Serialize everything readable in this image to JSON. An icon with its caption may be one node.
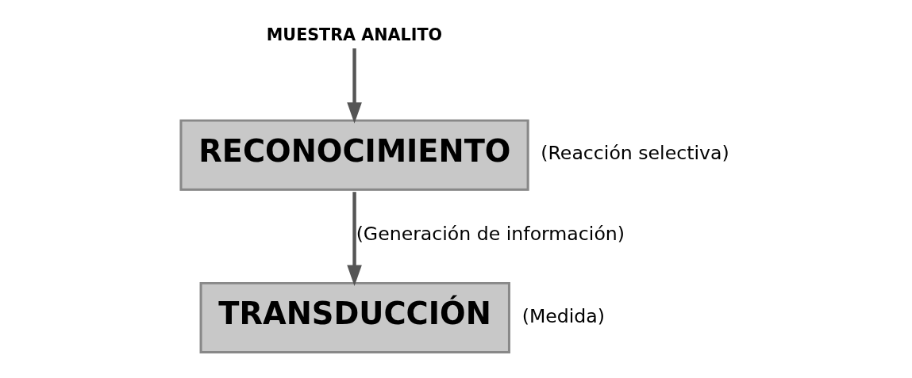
{
  "diagram": {
    "nodes": [
      {
        "text": [
          "MUESTRA ANALITO"
        ]
      },
      {
        "text": [
          "RECONOCIMIENTO"
        ],
        "beside": [
          "(Reacción selectiva)"
        ]
      },
      {
        "text": [
          "TRANSDUCCIÓN"
        ],
        "beside": [
          "(Medida)"
        ]
      }
    ],
    "edges": [
      {
        "from": 0,
        "to": 1,
        "arrow": "to"
      },
      {
        "from": 1,
        "to": 2,
        "arrow": "to",
        "label": "(Generación de información)"
      }
    ]
  }
}
